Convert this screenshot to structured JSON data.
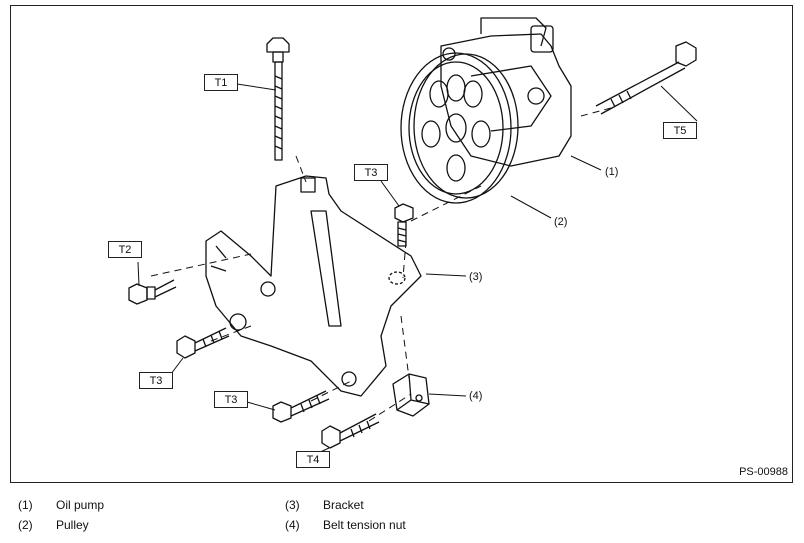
{
  "figure": {
    "code": "PS-00988",
    "torque_tags": [
      "T1",
      "T2",
      "T3",
      "T3",
      "T3",
      "T4",
      "T5"
    ],
    "part_numbers": [
      "(1)",
      "(2)",
      "(3)",
      "(4)"
    ]
  },
  "legend": [
    {
      "key": "(1)",
      "label": "Oil pump"
    },
    {
      "key": "(2)",
      "label": "Pulley"
    },
    {
      "key": "(3)",
      "label": "Bracket"
    },
    {
      "key": "(4)",
      "label": "Belt tension nut"
    }
  ]
}
